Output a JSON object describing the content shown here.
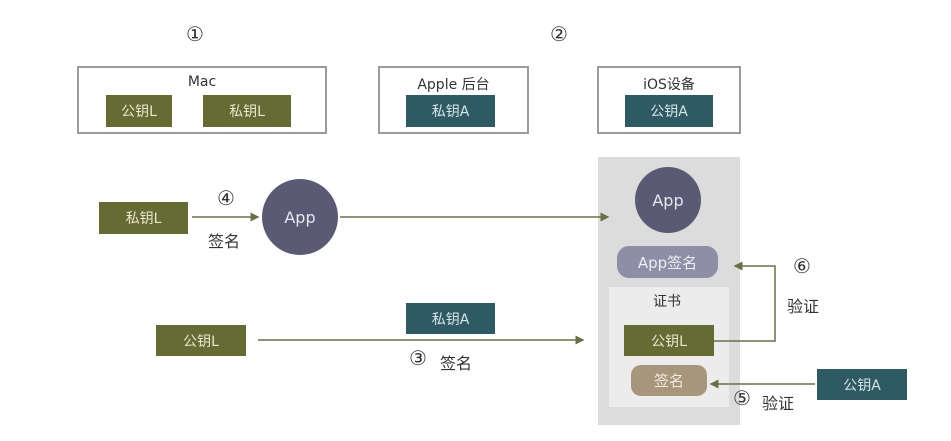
{
  "steps": {
    "s1": "①",
    "s2": "②",
    "s3": "③",
    "s4": "④",
    "s5": "⑤",
    "s6": "⑥"
  },
  "mac": {
    "title": "Mac",
    "public_key": "公钥L",
    "private_key": "私钥L"
  },
  "apple": {
    "title": "Apple 后台",
    "private_key": "私钥A"
  },
  "ios": {
    "title": "iOS设备",
    "public_key": "公钥A"
  },
  "flow": {
    "private_key_l": "私钥L",
    "sign_label": "签名",
    "app": "App",
    "public_key_l": "公钥L",
    "private_key_a": "私钥A",
    "sign_label_3": "签名",
    "public_key_a": "公钥A",
    "verify_5": "验证",
    "verify_6": "验证"
  },
  "device": {
    "app": "App",
    "app_signature": "App签名",
    "certificate": "证书",
    "cert_public_key": "公钥L",
    "cert_signature": "签名"
  },
  "colors": {
    "olive": "#666b33",
    "teal": "#2d5a63",
    "app": "#5b5a75",
    "app_signature": "#8e8ea6",
    "signature": "#a8967c",
    "arrow": "#6b7044"
  }
}
